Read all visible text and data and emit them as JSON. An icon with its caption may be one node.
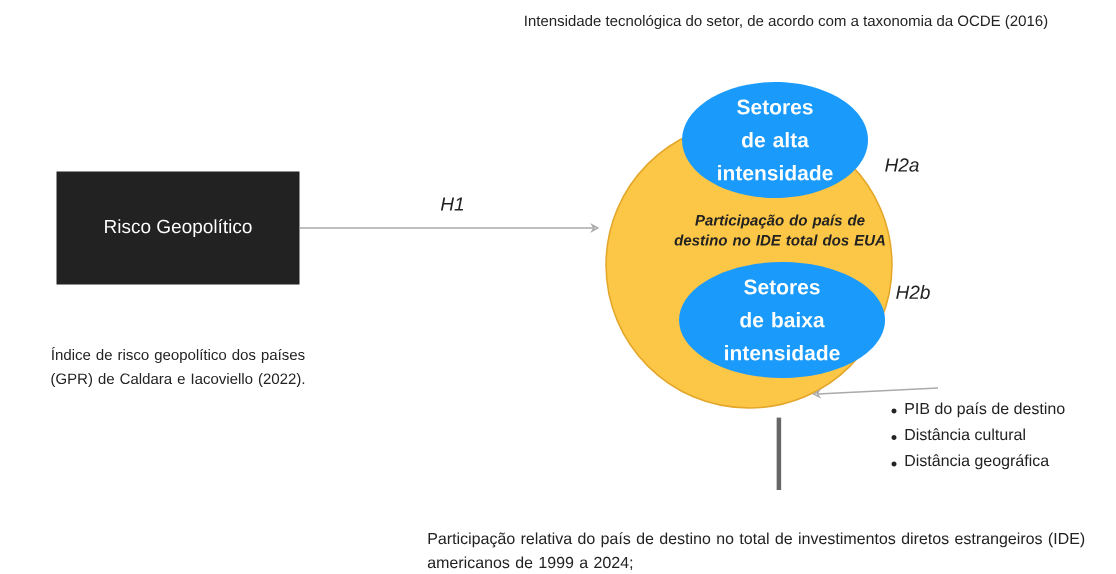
{
  "diagram": {
    "nodes": [
      {
        "text": [
          "Risco Geopolítico"
        ]
      },
      {
        "text": [
          "Intensidade tecnológica do setor, de acordo com a taxonomia da OCDE (2016)",
          "Participação do país de destino no IDE total dos EUA"
        ]
      },
      {
        "text": [
          "Setores de alta intensidade"
        ],
        "in": 1,
        "beside": [
          "H2a"
        ]
      },
      {
        "text": [
          "Setores de baixa intensidade"
        ],
        "in": 1,
        "beside": [
          "H2b"
        ]
      },
      {
        "text": [
          "PIB do país de destino",
          "Distância cultural",
          "Distância geográfica"
        ]
      },
      {
        "text": [
          "Participação relativa do país de destino no total de investimentos diretos estrangeiros (IDE) americanos de 1999 a 2024;"
        ]
      }
    ],
    "edges": [
      {
        "from": 0,
        "to": 1,
        "arrow": "to",
        "label": "H1"
      },
      {
        "from": 4,
        "to": 1,
        "arrow": "to"
      },
      {
        "from": 5,
        "to": 1,
        "arrow": "none",
        "style": "thick",
        "color": "#666666"
      }
    ],
    "labels": [
      "Índice de risco geopolítico dos países (GPR) de Caldara e Iacoviello (2022)."
    ]
  }
}
